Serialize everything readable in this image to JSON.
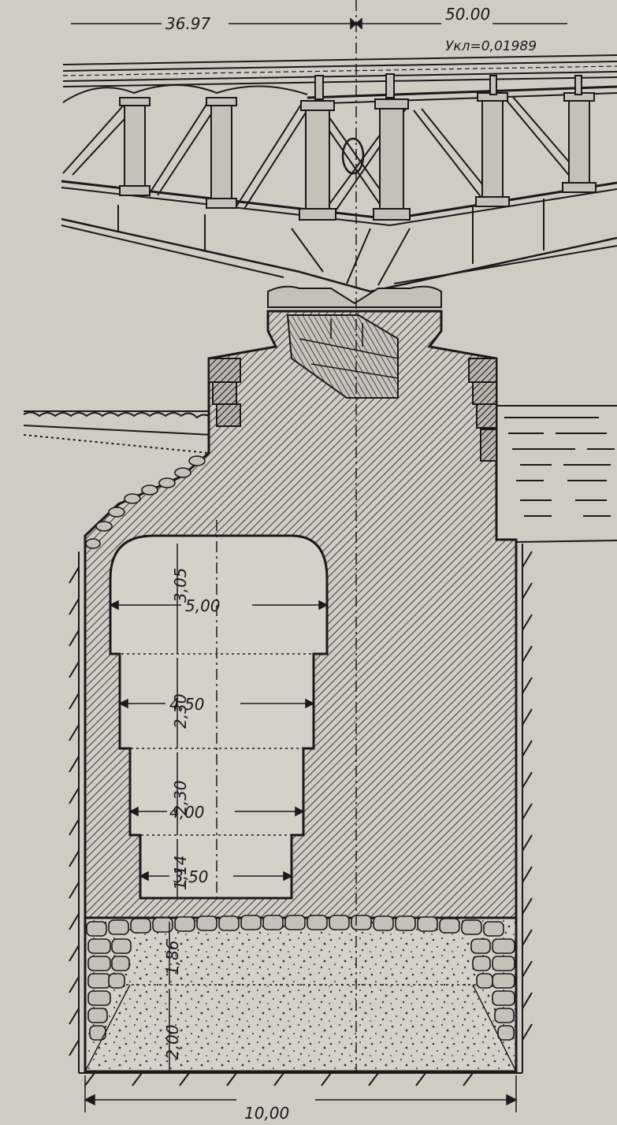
{
  "drawing": {
    "span_left": "36.97",
    "span_right": "50.00",
    "slope_label": "Укл=0,01989",
    "chamber": [
      {
        "height": "3,05",
        "width": "5,00"
      },
      {
        "height": "2,30",
        "width": "4,50"
      },
      {
        "height": "2,30",
        "width": "4,00"
      },
      {
        "height": "1,14",
        "width": "3,50"
      }
    ],
    "foundation": {
      "height_upper": "1,86",
      "height_lower": "2,00",
      "base_width": "10,00"
    }
  },
  "colors": {
    "paper": "#cfccc4",
    "ink": "#1a1a1a",
    "hatch": "#2a2a2a"
  }
}
